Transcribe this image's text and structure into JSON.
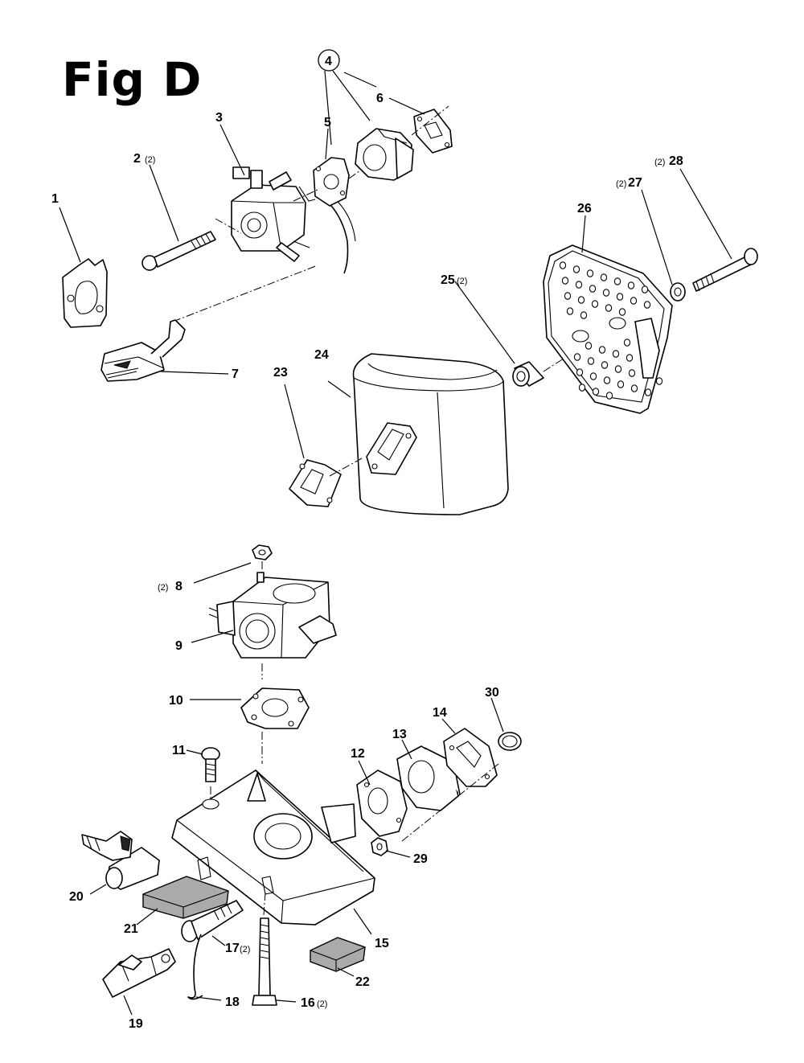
{
  "figure": {
    "title": "Fig D"
  },
  "callouts": [
    {
      "id": "p1",
      "number": "1",
      "qty": ""
    },
    {
      "id": "p2",
      "number": "2",
      "qty": "(2)"
    },
    {
      "id": "p3",
      "number": "3",
      "qty": ""
    },
    {
      "id": "p4",
      "number": "4",
      "qty": ""
    },
    {
      "id": "p5",
      "number": "5",
      "qty": ""
    },
    {
      "id": "p6",
      "number": "6",
      "qty": ""
    },
    {
      "id": "p7",
      "number": "7",
      "qty": ""
    },
    {
      "id": "p8",
      "number": "8",
      "qty": "(2)"
    },
    {
      "id": "p9",
      "number": "9",
      "qty": ""
    },
    {
      "id": "p10",
      "number": "10",
      "qty": ""
    },
    {
      "id": "p11",
      "number": "11",
      "qty": ""
    },
    {
      "id": "p12",
      "number": "12",
      "qty": ""
    },
    {
      "id": "p13",
      "number": "13",
      "qty": ""
    },
    {
      "id": "p14",
      "number": "14",
      "qty": ""
    },
    {
      "id": "p15",
      "number": "15",
      "qty": ""
    },
    {
      "id": "p16",
      "number": "16",
      "qty": "(2)"
    },
    {
      "id": "p17",
      "number": "17",
      "qty": "(2)"
    },
    {
      "id": "p18",
      "number": "18",
      "qty": ""
    },
    {
      "id": "p19",
      "number": "19",
      "qty": ""
    },
    {
      "id": "p20",
      "number": "20",
      "qty": ""
    },
    {
      "id": "p21",
      "number": "21",
      "qty": ""
    },
    {
      "id": "p22",
      "number": "22",
      "qty": ""
    },
    {
      "id": "p23",
      "number": "23",
      "qty": ""
    },
    {
      "id": "p24",
      "number": "24",
      "qty": ""
    },
    {
      "id": "p25",
      "number": "25",
      "qty": "(2)"
    },
    {
      "id": "p26",
      "number": "26",
      "qty": ""
    },
    {
      "id": "p27",
      "number": "27",
      "qty": "(2)"
    },
    {
      "id": "p28",
      "number": "28",
      "qty": "(2)"
    },
    {
      "id": "p29",
      "number": "29",
      "qty": ""
    },
    {
      "id": "p30",
      "number": "30",
      "qty": ""
    }
  ]
}
